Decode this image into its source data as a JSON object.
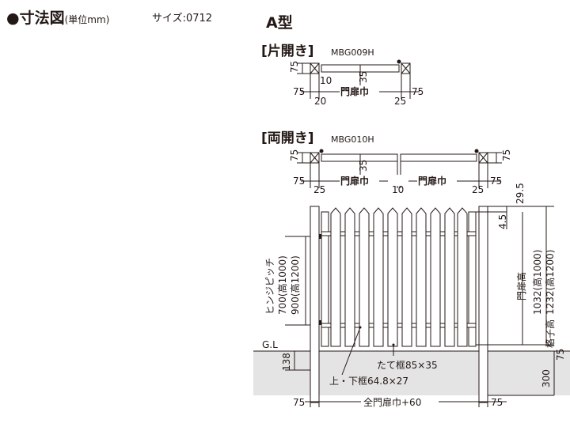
{
  "header": {
    "title": "●寸法図",
    "unit_note": "(単位mm)",
    "size_label": "サイズ:0712"
  },
  "type_title": "A型",
  "single": {
    "heading": "[片開き]",
    "model": "MBG009H",
    "dim_height": "75",
    "dim_left_post": "75",
    "dim_right_post": "75",
    "dim_depth": "35",
    "dim_gap_10": "10",
    "dim_20": "20",
    "dim_25": "25",
    "door_width_label": "門扉巾"
  },
  "double": {
    "heading": "[両開き]",
    "model": "MBG010H",
    "dim_height_left": "75",
    "dim_height_right": "75",
    "dim_left_post": "75",
    "dim_right_post": "75",
    "dim_depth": "35",
    "dim_25_left": "25",
    "dim_10": "10",
    "dim_25_right": "25",
    "door_width_label_left": "門扉巾",
    "door_width_label_right": "門扉巾"
  },
  "elevation": {
    "hinge_pitch": "ヒンジピッチ",
    "hinge_700": "700(高1000)",
    "hinge_900": "900(高1200)",
    "gl": "G.L",
    "dim_138": "138",
    "dim_29_5": "29.5",
    "dim_4_5": "4.5",
    "door_height": "門扉高",
    "door_1032": "1032(高1000)",
    "door_1232": "1232(高1200)",
    "lattice_height": "格子高",
    "dim_75_right": "75",
    "dim_300": "300",
    "vertical_frame": "たて框85×35",
    "top_bottom_frame": "上・下框64.8×27",
    "bottom_left_75": "75",
    "bottom_right_75": "75",
    "total_width": "全門扉巾+60"
  }
}
